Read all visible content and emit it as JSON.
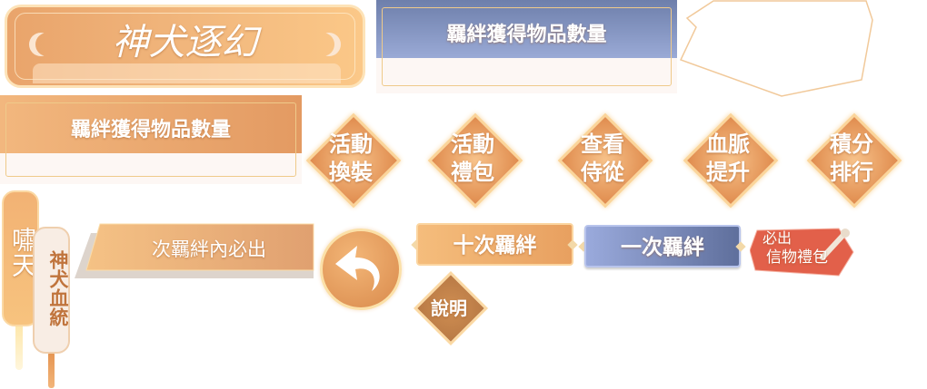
{
  "title_banner": {
    "text": "神犬逐幻"
  },
  "blue_panel": {
    "label": "羈絆獲得物品數量"
  },
  "orange_panel": {
    "label": "羈絆獲得物品數量"
  },
  "diamond_buttons": [
    {
      "line1": "活動",
      "line2": "換裝"
    },
    {
      "line1": "活動",
      "line2": "禮包"
    },
    {
      "line1": "查看",
      "line2": "侍從"
    },
    {
      "line1": "血脈",
      "line2": "提升"
    },
    {
      "line1": "積分",
      "line2": "排行"
    }
  ],
  "tags": {
    "xiaotian": "嘯天",
    "bloodline": "神犬血統"
  },
  "guarantee_banner": {
    "text": "次羈絆內必出"
  },
  "buttons": {
    "ten_pull": "十次羈絆",
    "one_pull": "一次羈絆",
    "info": "說明"
  },
  "badge": {
    "line1": "必出",
    "line2": "信物禮包"
  },
  "colors": {
    "orange": "#e9a46b",
    "blue": "#7e8fc0",
    "red": "#e0604a",
    "white": "#ffffff"
  }
}
